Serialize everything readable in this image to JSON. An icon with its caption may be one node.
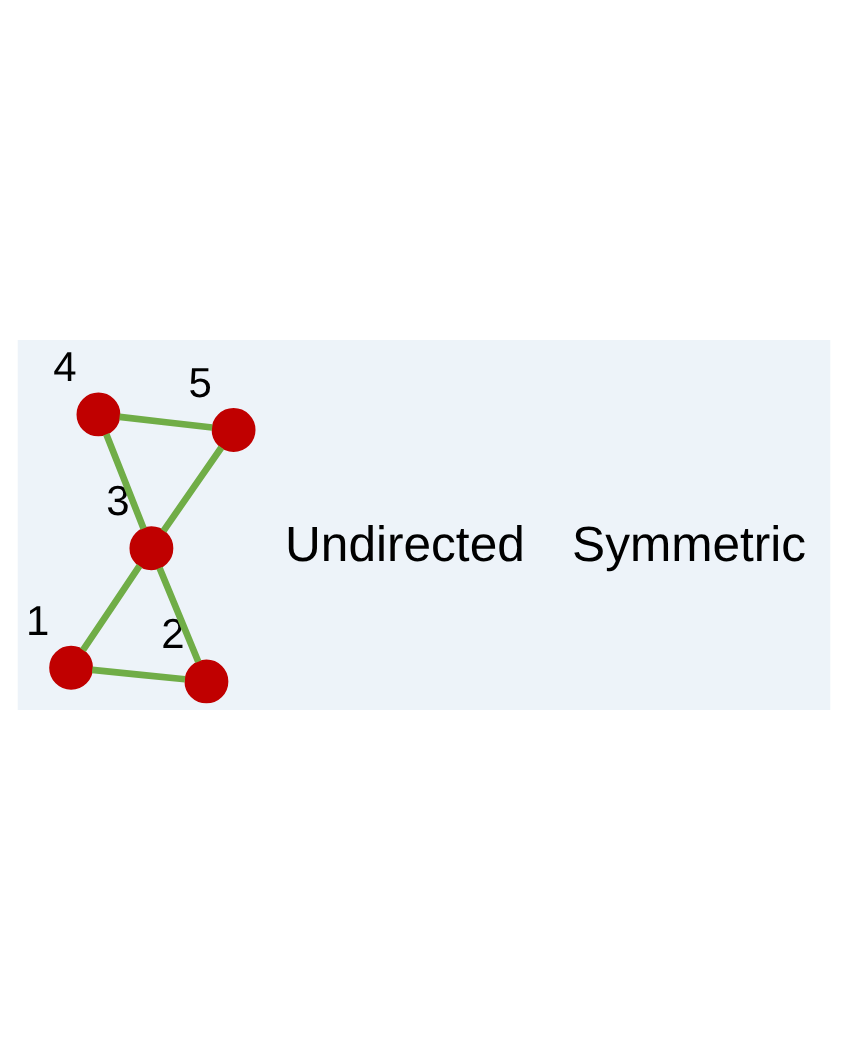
{
  "diagram": {
    "nodes": [
      {
        "text": [],
        "shape": "circle",
        "beside": [
          "1"
        ]
      },
      {
        "text": [],
        "shape": "circle",
        "beside": [
          "2"
        ]
      },
      {
        "text": [],
        "shape": "circle",
        "beside": [
          "3"
        ]
      },
      {
        "text": [],
        "shape": "circle",
        "beside": [
          "4"
        ]
      },
      {
        "text": [],
        "shape": "circle",
        "beside": [
          "5"
        ]
      }
    ],
    "edges": [
      {
        "from": 0,
        "to": 1,
        "arrow": "none"
      },
      {
        "from": 0,
        "to": 2,
        "arrow": "none"
      },
      {
        "from": 1,
        "to": 2,
        "arrow": "none"
      },
      {
        "from": 2,
        "to": 3,
        "arrow": "none"
      },
      {
        "from": 3,
        "to": 4,
        "arrow": "none"
      },
      {
        "from": 2,
        "to": 4,
        "arrow": "none"
      }
    ],
    "labels": [
      "Undirected",
      "Symmetric"
    ]
  }
}
